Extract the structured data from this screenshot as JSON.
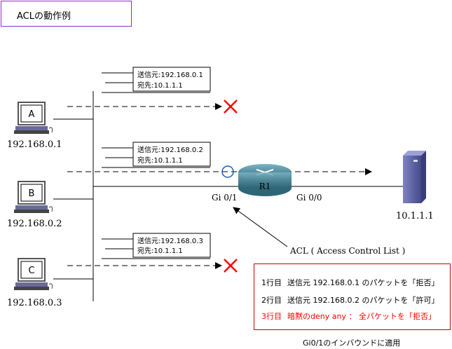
{
  "title": "ACLの動作例",
  "hosts": [
    {
      "letter": "A",
      "ip": "192.168.0.1",
      "src_label": "送信元:192.168.0.1",
      "dst_label": "宛先:10.1.1.1"
    },
    {
      "letter": "B",
      "ip": "192.168.0.2",
      "src_label": "送信元:192.168.0.2",
      "dst_label": "宛先:10.1.1.1"
    },
    {
      "letter": "C",
      "ip": "192.168.0.3",
      "src_label": "送信元:192.168.0.3",
      "dst_label": "宛先:10.1.1.1"
    }
  ],
  "router": {
    "label": "R1",
    "in_if": "Gi 0/1",
    "out_if": "Gi 0/0"
  },
  "server": {
    "ip": "10.1.1.1"
  },
  "acl_label": "ACL ( Access Control List )",
  "rules": [
    {
      "line": "1行目",
      "text": "送信元 192.168.0.1 のパケットを「拒否」",
      "color": "#000000"
    },
    {
      "line": "2行目",
      "text": "送信元 192.168.0.2 のパケットを「許可」",
      "color": "#000000"
    },
    {
      "line": "3行目",
      "text": "暗黙のdeny any ： 全パケットを「拒否」",
      "color": "#ff0000"
    }
  ],
  "caption": "Gi0/1のインバウンドに適用",
  "colors": {
    "title_border": "#8a2be2",
    "rule_border": "#cc0000",
    "deny_x": "#ff0000",
    "router": "#4f8a9b",
    "server": "#5a5f9e"
  }
}
